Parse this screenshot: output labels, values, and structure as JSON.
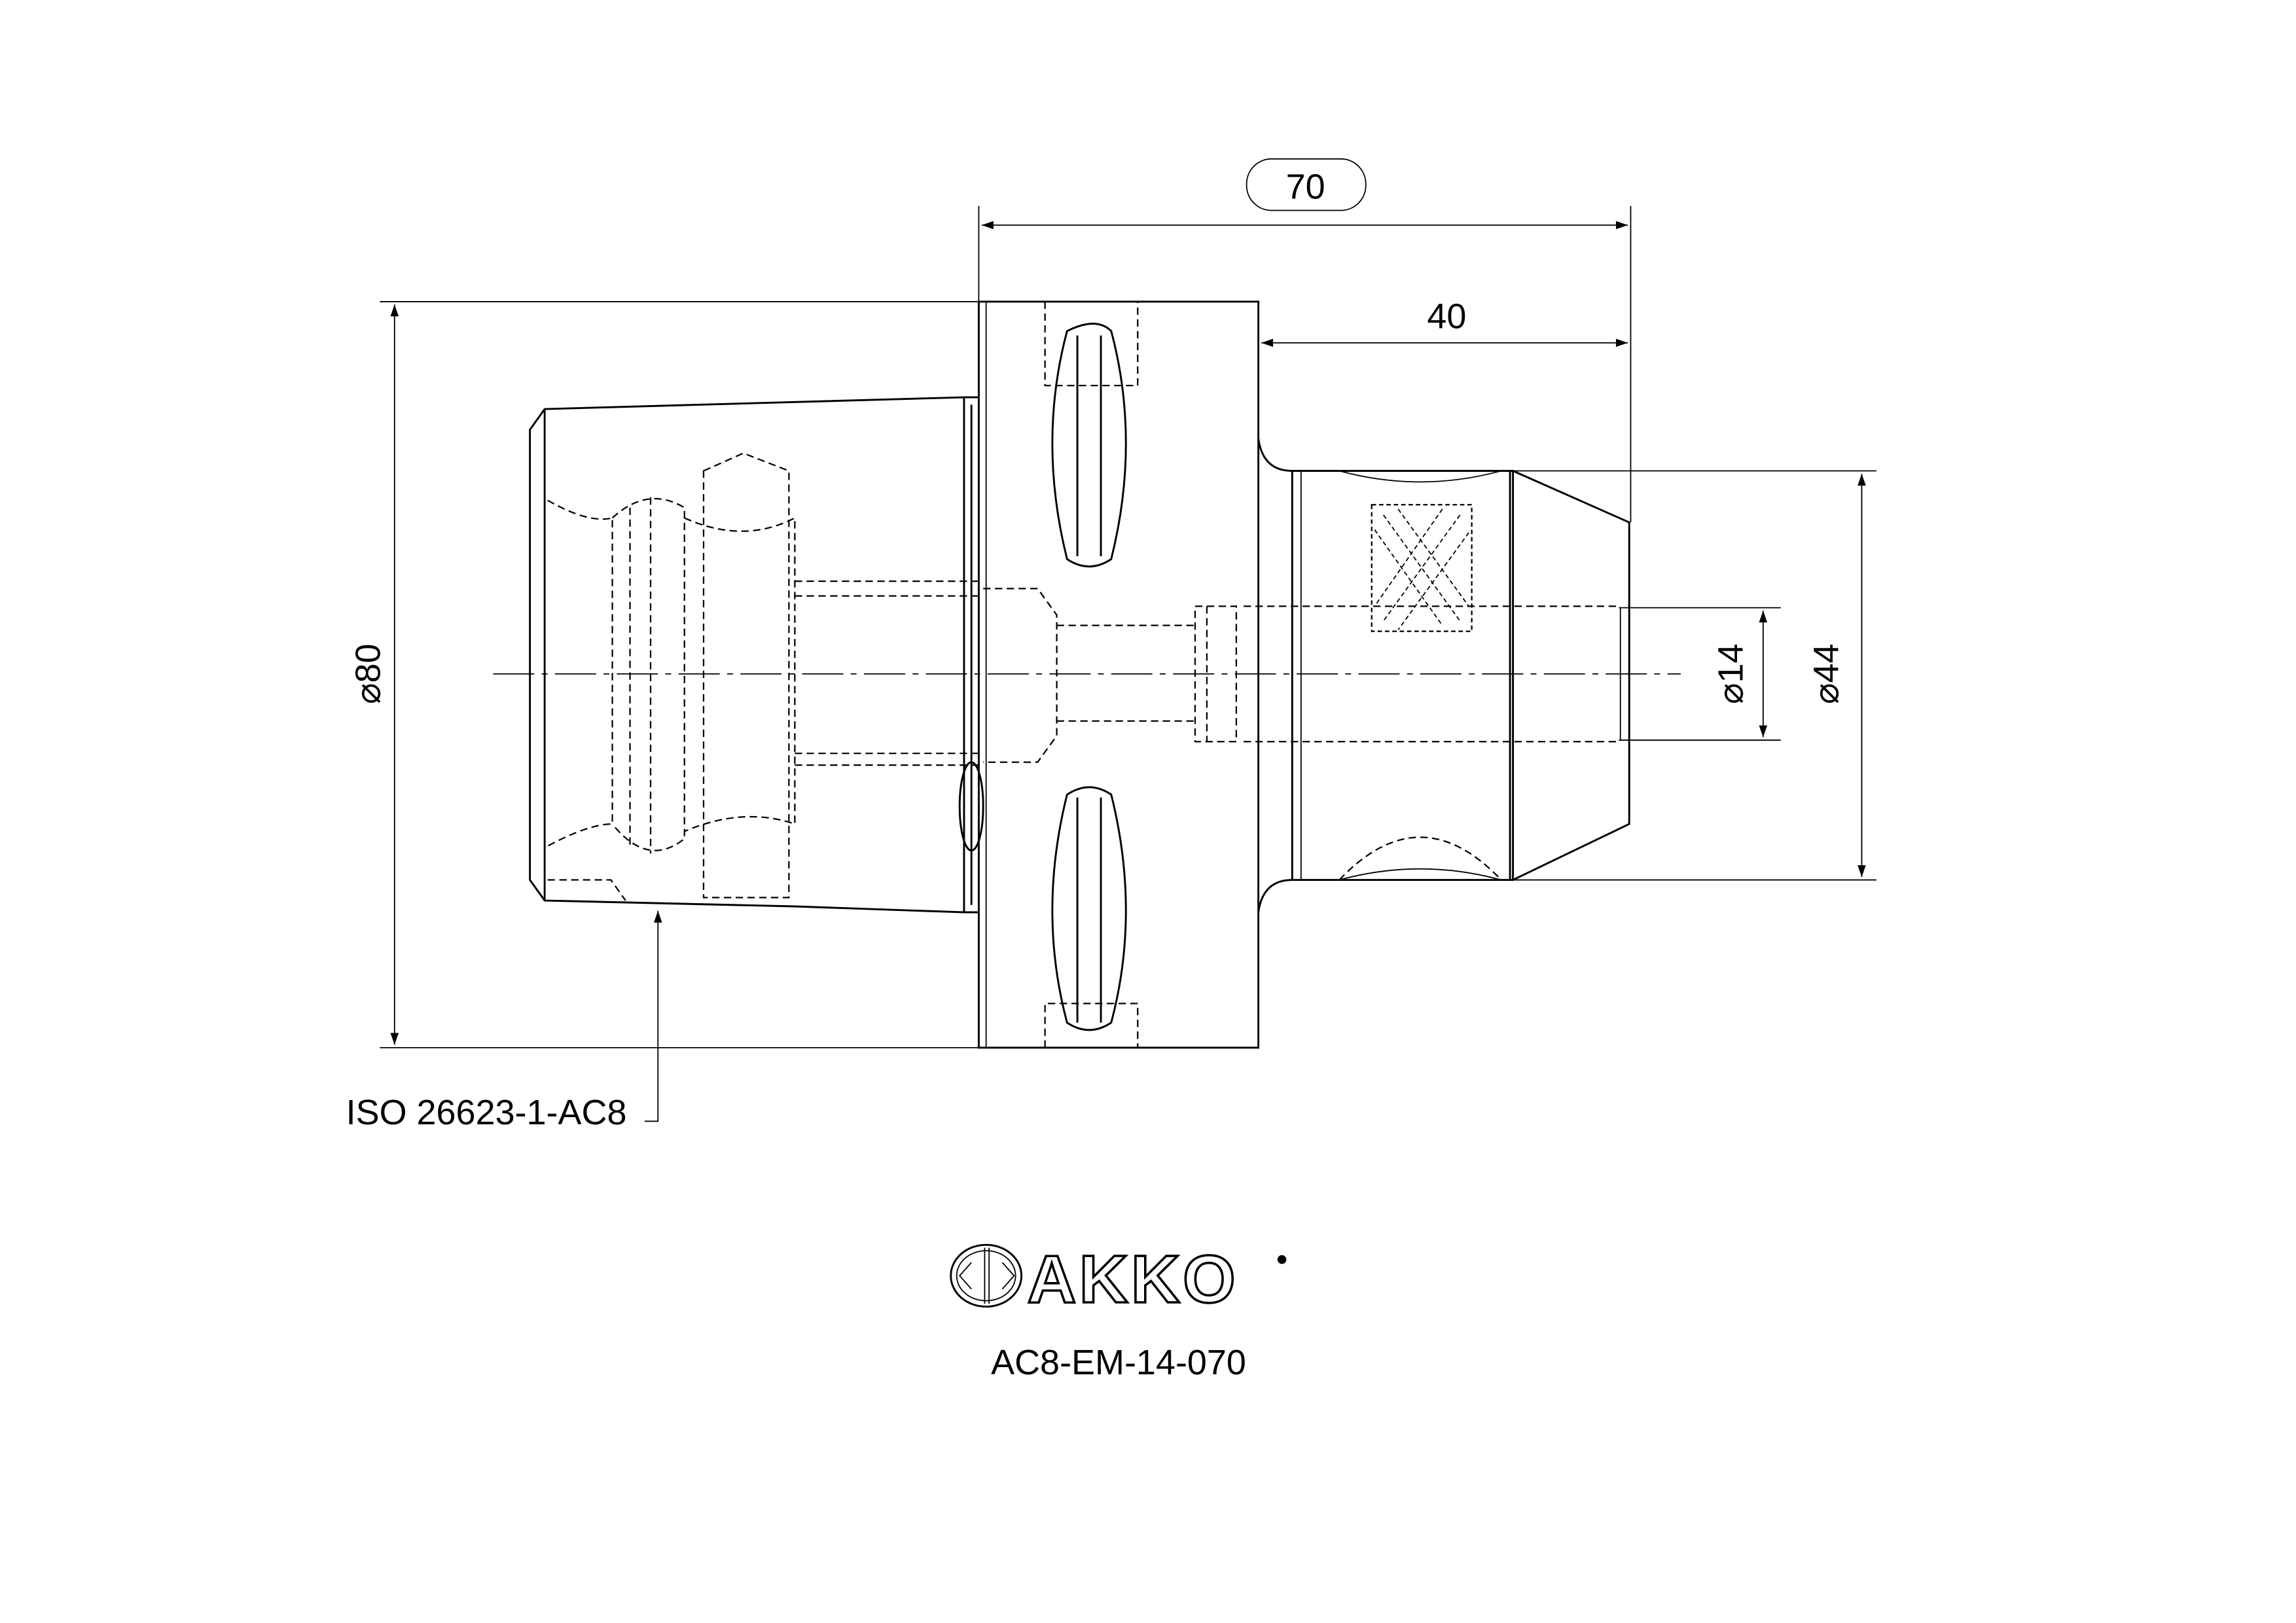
{
  "dimensions": {
    "overall_length": "70",
    "shank_length": "40",
    "flange_diameter": "⌀80",
    "bore_diameter": "⌀14",
    "shank_diameter": "⌀44"
  },
  "callout": {
    "interface": "ISO 26623-1-AC8"
  },
  "logo": {
    "brand": "AKKO"
  },
  "part_number": "AC8-EM-14-070",
  "colors": {
    "line": "#000000",
    "background": "#ffffff"
  }
}
